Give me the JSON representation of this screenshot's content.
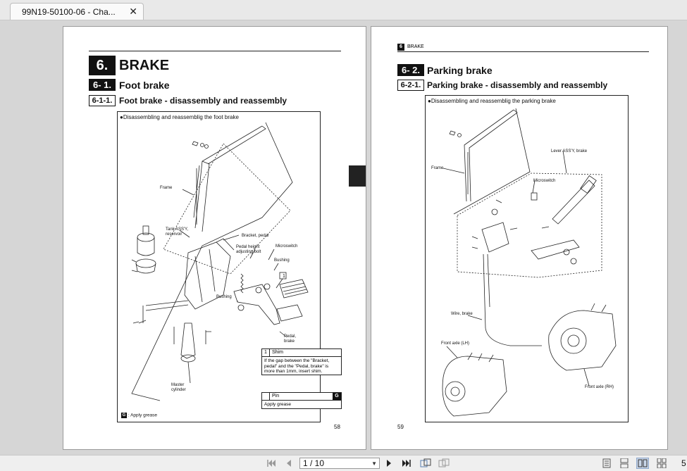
{
  "tab": {
    "title": "99N19-50100-06 - Cha...",
    "close_icon": "close-icon"
  },
  "left_page": {
    "chapter_num": "6.",
    "chapter_title": "BRAKE",
    "section_num": "6- 1.",
    "section_title": "Foot brake",
    "subsection_num": "6-1-1.",
    "subsection_title": "Foot brake - disassembly and reassembly",
    "figure_caption": "●Disassembling and reassemblig the foot brake",
    "labels": {
      "frame": "Frame",
      "tank": "Tank ASS'Y,\nreservoir",
      "bracket": "Bracket, pedal",
      "pedal_bolt": "Pedal height\nadjusting bolt",
      "microswitch": "Microswitch",
      "bushing_a": "Bushing",
      "bushing_b": "Bushing",
      "pedal_brake": "Pedal,\nbrake",
      "master": "Master\ncylinder",
      "callout": "1"
    },
    "shim_table": {
      "no": "1",
      "name": "Shim",
      "text": "If the gap between the \"Bracket, pedal\" and the \"Pedal, brake\" is more than 1mm, insert shim."
    },
    "pin_table": {
      "name": "Pin",
      "mark": "G",
      "text": "Apply grease"
    },
    "legend_mark": "G",
    "legend": ": Apply grease",
    "page_number": "58"
  },
  "right_page": {
    "header_num": "6",
    "header_title": "BRAKE",
    "section_num": "6- 2.",
    "section_title": "Parking brake",
    "subsection_num": "6-2-1.",
    "subsection_title": "Parking brake - disassembly and reassembly",
    "figure_caption": "●Disassembling and reassemblig the parking brake",
    "labels": {
      "frame": "Frame",
      "lever": "Lever ASS'Y, brake",
      "microswitch": "Microswitch",
      "wire": "Wire, brake",
      "front_axle_lh": "Front axle (LH)",
      "front_axle_rh": "Front axle (RH)"
    },
    "page_number": "59"
  },
  "toolbar": {
    "page_indicator": "1 / 10",
    "zoom": "5",
    "icons": [
      "first-page-icon",
      "prev-page-icon",
      "next-page-icon",
      "last-page-icon",
      "fit-page-icon",
      "fit-width-icon",
      "single-page-icon",
      "continuous-icon",
      "two-page-icon",
      "two-page-continuous-icon"
    ]
  }
}
